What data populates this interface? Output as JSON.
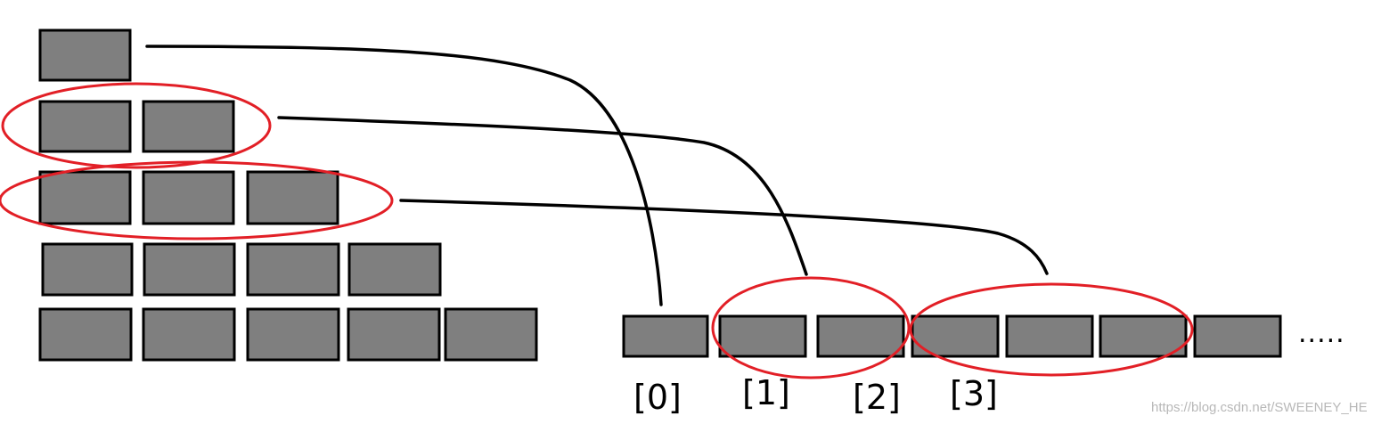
{
  "diagram": {
    "indices": [
      "[0]",
      "[1]",
      "[2]",
      "[3]"
    ],
    "ellipsis": ".....",
    "watermark": "https://blog.csdn.net/SWEENEY_HE"
  },
  "colors": {
    "cell_fill": "#7f7f7f",
    "cell_border": "#000000",
    "connector": "#000000",
    "highlight": "#e21f26"
  }
}
